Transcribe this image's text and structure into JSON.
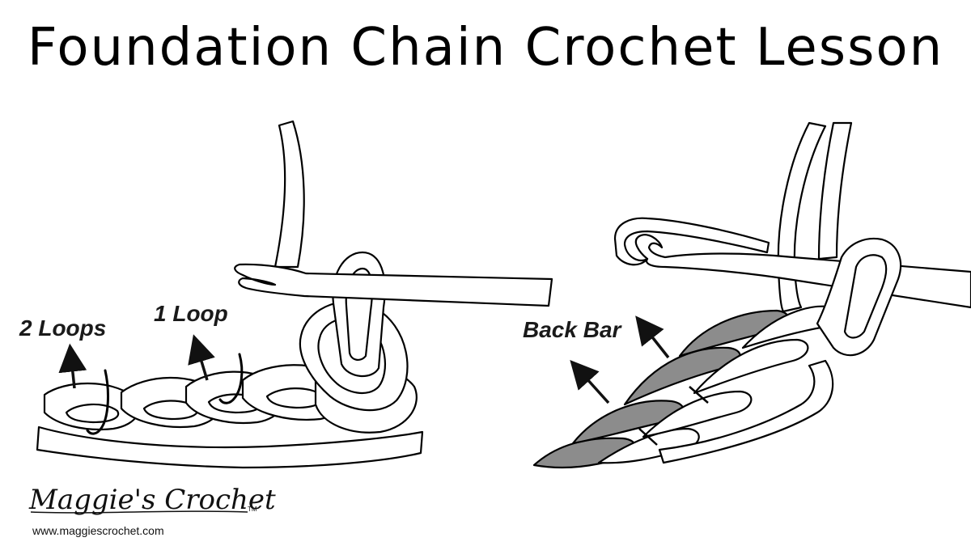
{
  "title": "Foundation Chain Crochet Lesson",
  "labels": {
    "two_loops": "2 Loops",
    "one_loop": "1 Loop",
    "back_bar": "Back Bar"
  },
  "logo": {
    "brand": "Maggie's Crochet",
    "trademark": "TM",
    "url": "www.maggiescrochet.com"
  },
  "colors": {
    "outline": "#000000",
    "yarn_fill": "#ffffff",
    "back_bar_fill": "#8c8c8c"
  }
}
